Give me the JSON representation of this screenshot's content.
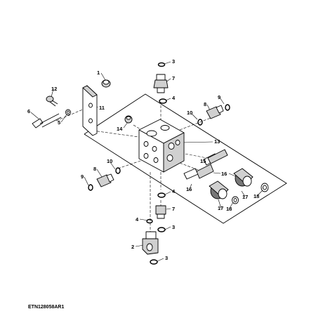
{
  "figure_id": "ETN128058AR1",
  "callouts": {
    "c1": "1",
    "c3a": "3",
    "c7a": "7",
    "c4a": "4",
    "c12": "12",
    "c11": "11",
    "c9a": "9",
    "c8a": "8",
    "c10a": "10",
    "c6": "6",
    "c5": "5",
    "c14": "14",
    "c13": "13",
    "c15": "15",
    "c16a": "16",
    "c16b": "16",
    "c17a": "17",
    "c18a": "18",
    "c17b": "17",
    "c18b": "18",
    "c10b": "10",
    "c9b": "9",
    "c8b": "8",
    "c4b": "4",
    "c7b": "7",
    "c4c": "4",
    "c3b": "3",
    "c2": "2",
    "c3c": "3"
  }
}
